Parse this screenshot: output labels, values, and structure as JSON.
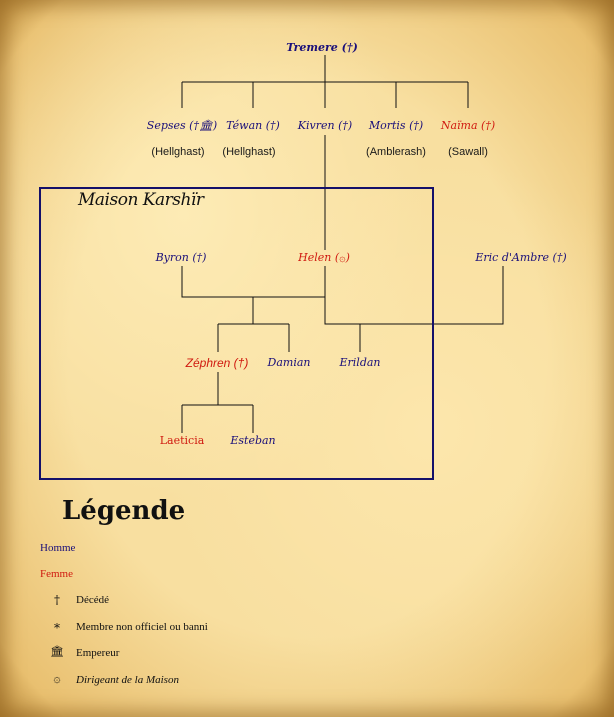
{
  "tree": {
    "root": {
      "name": "Tremere (†)"
    },
    "generation1": [
      {
        "name": "Sepses (†🏛)",
        "house": "(Hellghast)",
        "gender": "male"
      },
      {
        "name": "Téwan (†)",
        "house": "(Hellghast)",
        "gender": "male"
      },
      {
        "name": "Kivren (†)",
        "house": "",
        "gender": "male"
      },
      {
        "name": "Mortis (†)",
        "house": "(Amblerash)",
        "gender": "male"
      },
      {
        "name": "Naïma (†)",
        "house": "(Sawall)",
        "gender": "female"
      }
    ],
    "house_box": {
      "title": "Maison Karshïr"
    },
    "generation2": {
      "byron": "Byron (†)",
      "helen": "Helen (",
      "helen_symbol": "۞",
      "helen_close": ")",
      "eric": "Eric d'Ambre (†)"
    },
    "generation3": {
      "zephren": "Zéphren  (†)",
      "damian": "Damian",
      "erildan": "Erildan"
    },
    "generation4": {
      "laeticia": "Laeticia",
      "esteban": "Esteban"
    }
  },
  "legend": {
    "title": "Légende",
    "male": "Homme",
    "female": "Femme",
    "items": [
      {
        "symbol": "†",
        "label": "Décédé"
      },
      {
        "symbol": "*",
        "label": "Membre non officiel ou banni"
      },
      {
        "symbol": "🏛",
        "label": "Empereur"
      },
      {
        "symbol": "۞",
        "label": "Dirigeant de la Maison"
      }
    ]
  },
  "colors": {
    "male": "#1a0f7a",
    "female": "#d01a10",
    "line": "#14106a"
  }
}
